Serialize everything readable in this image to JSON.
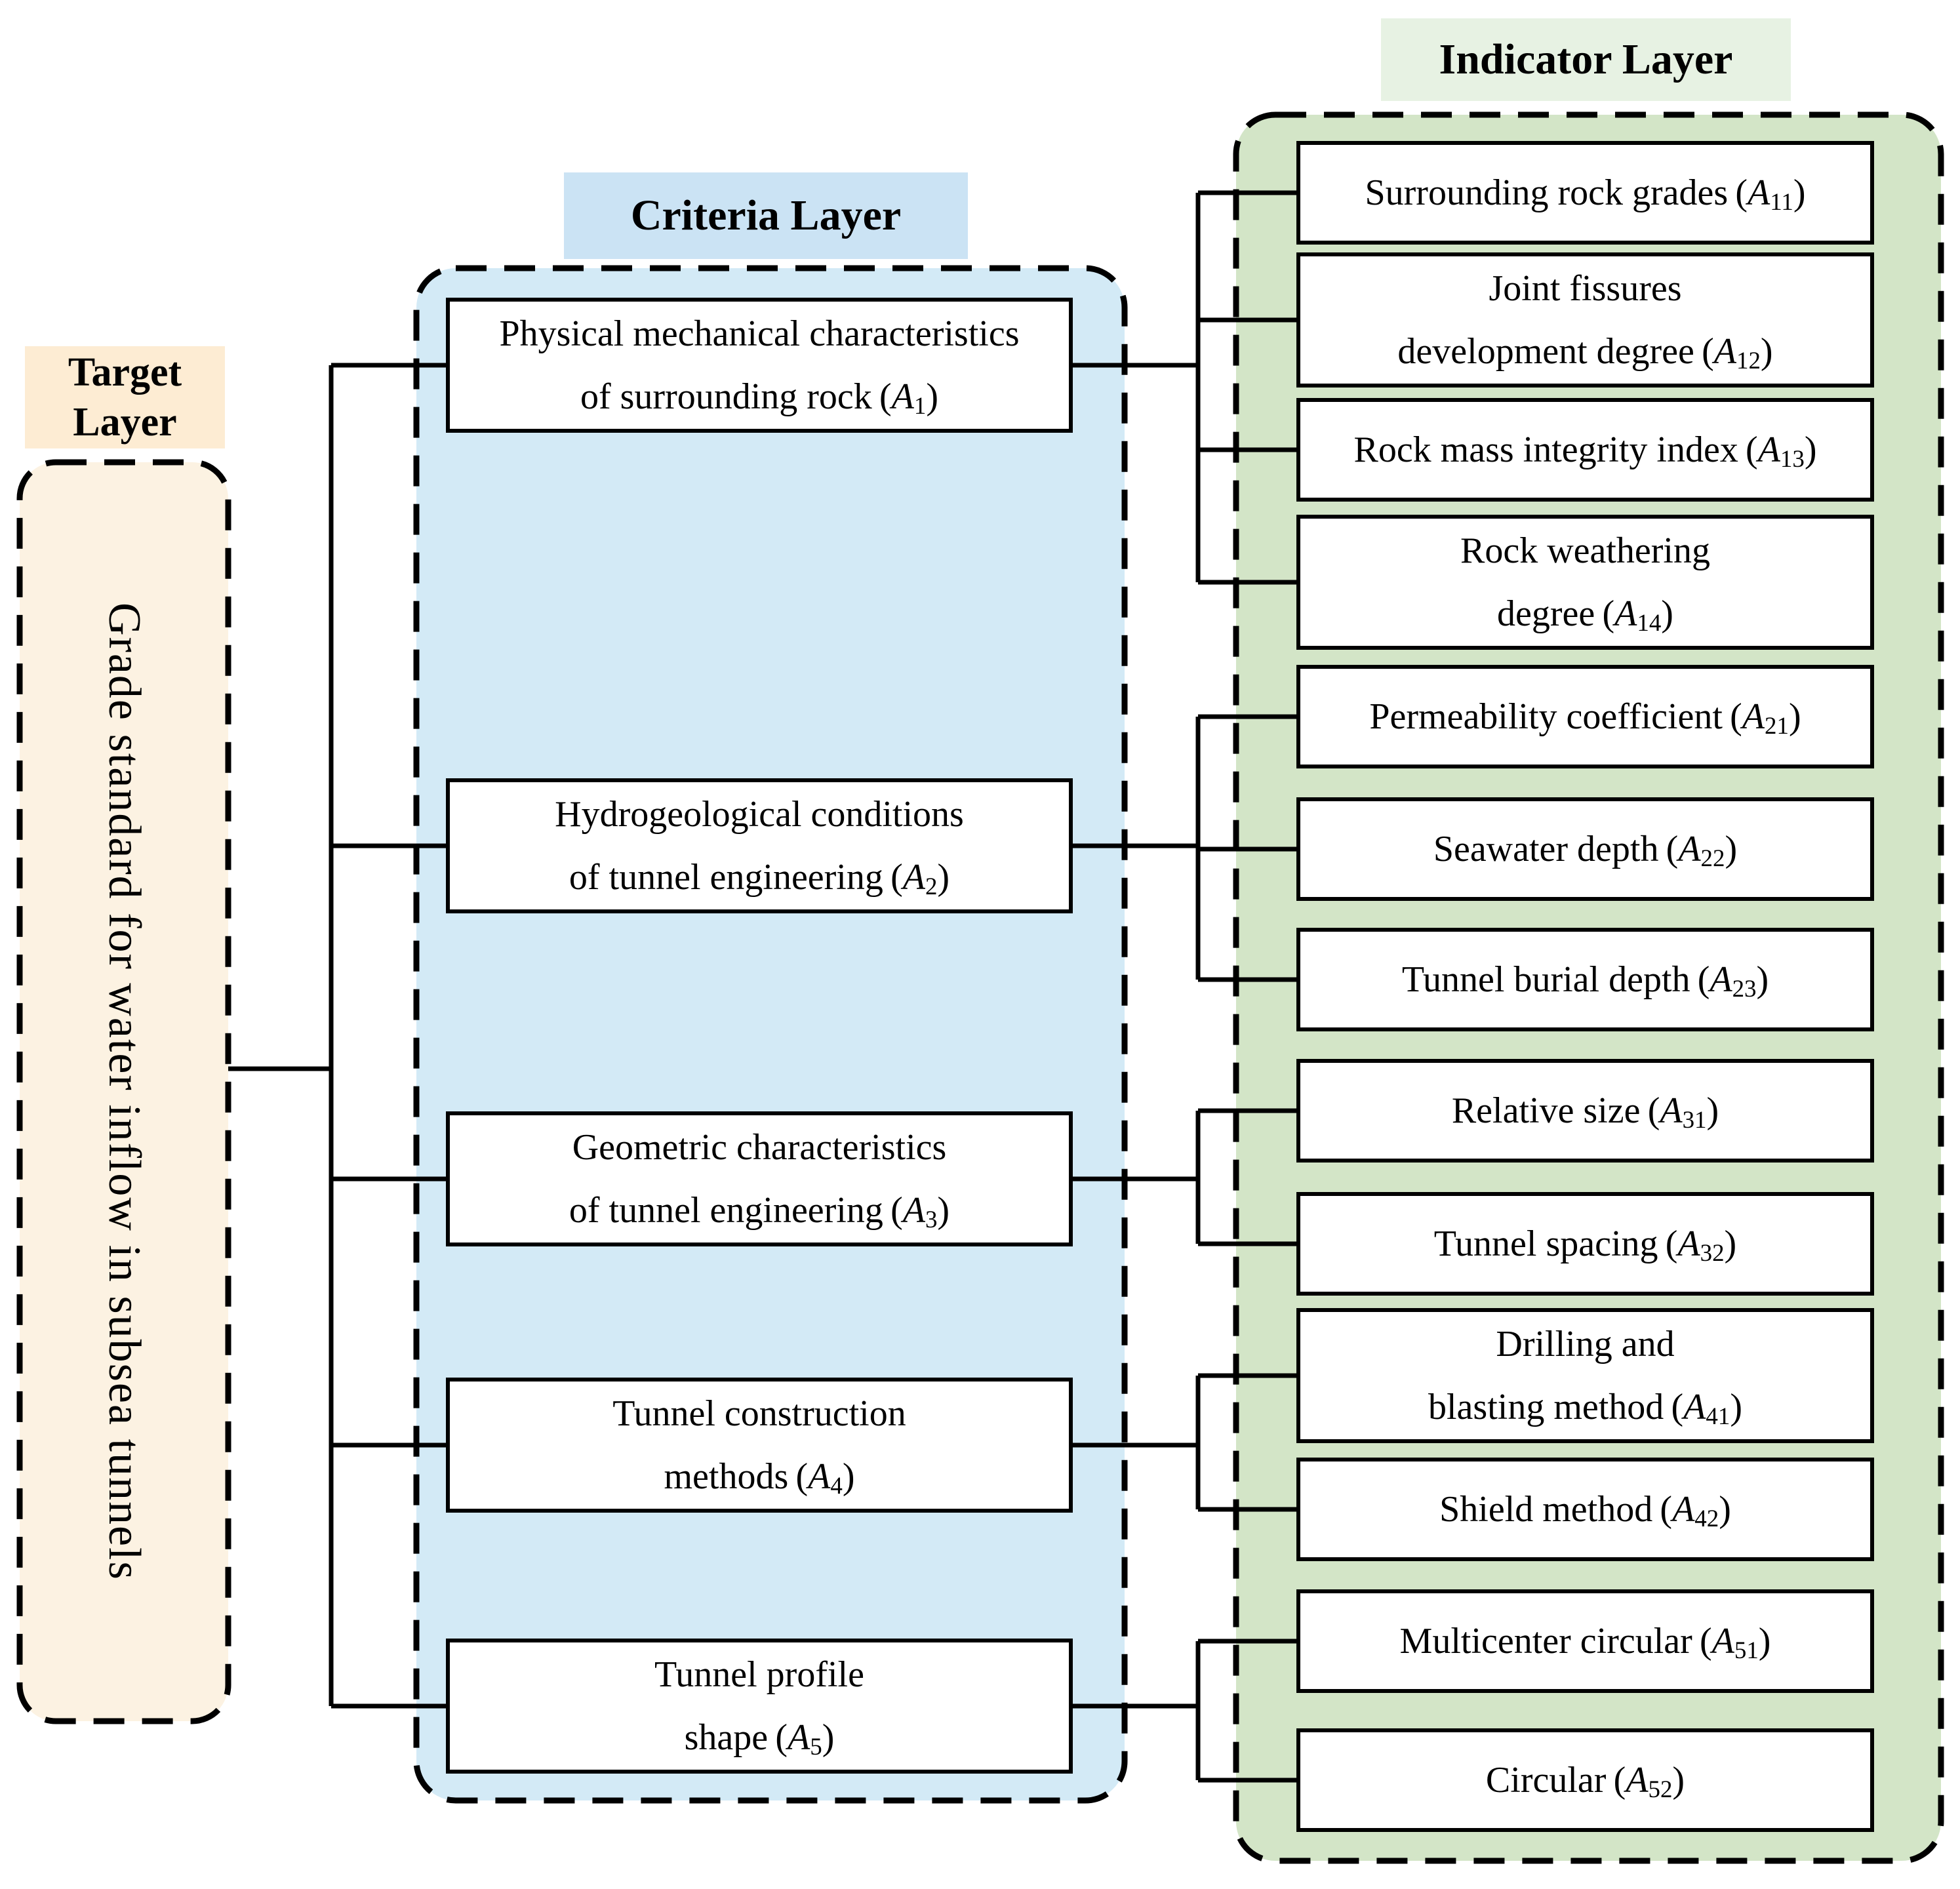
{
  "figure": {
    "target": {
      "label_line1": "Target",
      "label_line2": "Layer",
      "text": "Grade standard for water inflow in subsea tunnels"
    },
    "criteria": {
      "label": "Criteria Layer",
      "items": [
        {
          "id": "A1",
          "line1": "Physical mechanical characteristics",
          "line2": "of surrounding rock",
          "sym": "A",
          "sub": "1"
        },
        {
          "id": "A2",
          "line1": "Hydrogeological conditions",
          "line2": "of tunnel engineering",
          "sym": "A",
          "sub": "2"
        },
        {
          "id": "A3",
          "line1": "Geometric characteristics",
          "line2": "of tunnel engineering",
          "sym": "A",
          "sub": "3"
        },
        {
          "id": "A4",
          "line1": "Tunnel construction",
          "line2": "methods",
          "sym": "A",
          "sub": "4"
        },
        {
          "id": "A5",
          "line1": "Tunnel profile",
          "line2": "shape",
          "sym": "A",
          "sub": "5"
        }
      ]
    },
    "indicator": {
      "label": "Indicator Layer",
      "items": [
        {
          "id": "A11",
          "line1": "Surrounding rock grades",
          "line2": "",
          "sym": "A",
          "sub": "11"
        },
        {
          "id": "A12",
          "line1": "Joint fissures",
          "line2": "development degree",
          "sym": "A",
          "sub": "12"
        },
        {
          "id": "A13",
          "line1": "Rock mass integrity index",
          "line2": "",
          "sym": "A",
          "sub": "13"
        },
        {
          "id": "A14",
          "line1": "Rock weathering",
          "line2": "degree",
          "sym": "A",
          "sub": "14"
        },
        {
          "id": "A21",
          "line1": "Permeability coefficient",
          "line2": "",
          "sym": "A",
          "sub": "21"
        },
        {
          "id": "A22",
          "line1": "Seawater depth",
          "line2": "",
          "sym": "A",
          "sub": "22"
        },
        {
          "id": "A23",
          "line1": "Tunnel burial depth",
          "line2": "",
          "sym": "A",
          "sub": "23"
        },
        {
          "id": "A31",
          "line1": "Relative size",
          "line2": "",
          "sym": "A",
          "sub": "31"
        },
        {
          "id": "A32",
          "line1": "Tunnel spacing",
          "line2": "",
          "sym": "A",
          "sub": "32"
        },
        {
          "id": "A41",
          "line1": "Drilling and",
          "line2": "blasting method",
          "sym": "A",
          "sub": "41"
        },
        {
          "id": "A42",
          "line1": "Shield method",
          "line2": "",
          "sym": "A",
          "sub": "42"
        },
        {
          "id": "A51",
          "line1": "Multicenter circular",
          "line2": "",
          "sym": "A",
          "sub": "51"
        },
        {
          "id": "A52",
          "line1": "Circular",
          "line2": "",
          "sym": "A",
          "sub": "52"
        }
      ]
    },
    "colors": {
      "target_fill": "#fcf2e2",
      "target_label_bg": "#fdecd3",
      "criteria_fill": "#d3eaf6",
      "criteria_label_bg": "#cbe3f4",
      "indicator_fill": "#d3e5c7",
      "indicator_label_bg": "#e7f2e3",
      "line": "#000000",
      "box_bg": "#ffffff"
    }
  }
}
